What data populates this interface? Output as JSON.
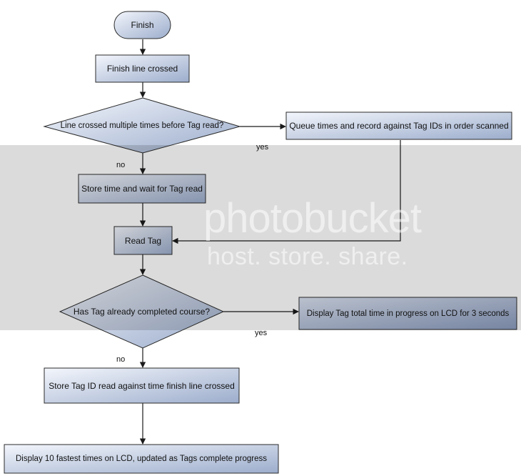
{
  "diagram": {
    "nodes": {
      "finish": "Finish",
      "finish_line_crossed": "Finish line crossed",
      "multiple_cross_decision": "Line crossed multiple times before Tag read?",
      "queue_times": "Queue times and record against Tag IDs in order scanned",
      "store_time_wait": "Store time and wait for Tag read",
      "read_tag": "Read Tag",
      "completed_course_decision": "Has Tag already completed course?",
      "display_total_time": "Display Tag total time in progress on LCD for 3 seconds",
      "store_tag_id": "Store Tag ID read against time finish line crossed",
      "display_fastest": "Display 10 fastest times on LCD, updated as Tags complete progress"
    },
    "edge_labels": {
      "yes_1": "yes",
      "no_1": "no",
      "yes_2": "yes",
      "no_2": "no"
    }
  },
  "watermark": {
    "main": "photobucket",
    "sub": "host. store. share."
  },
  "colors": {
    "node_fill_light": "#eef2fa",
    "node_fill_dark": "#9fb0cf",
    "node_stroke": "#2b2b2b",
    "arrow": "#1a1a1a"
  }
}
